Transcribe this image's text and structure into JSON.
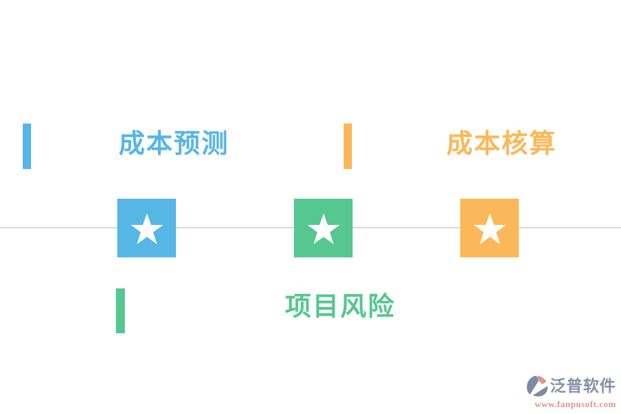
{
  "canvas": {
    "background": "#ffffff",
    "divider_color": "#D9D9D9"
  },
  "sections": {
    "cost_forecast": {
      "label": "成本预测",
      "color": "#56B6E6"
    },
    "cost_accounting": {
      "label": "成本核算",
      "color": "#FBB859"
    },
    "project_risk": {
      "label": "项目风险",
      "color": "#55C78F"
    }
  },
  "milestones": [
    {
      "name": "milestone-cost-forecast",
      "icon": "star-icon",
      "color": "#56B6E6"
    },
    {
      "name": "milestone-project-risk",
      "icon": "star-icon",
      "color": "#55C78F"
    },
    {
      "name": "milestone-cost-accounting",
      "icon": "star-icon",
      "color": "#FBB859"
    }
  ],
  "watermark": {
    "brand": "泛普软件",
    "url": "www.fanpusoft.com",
    "brand_color": "#8590A6",
    "url_color": "#E2938B"
  }
}
